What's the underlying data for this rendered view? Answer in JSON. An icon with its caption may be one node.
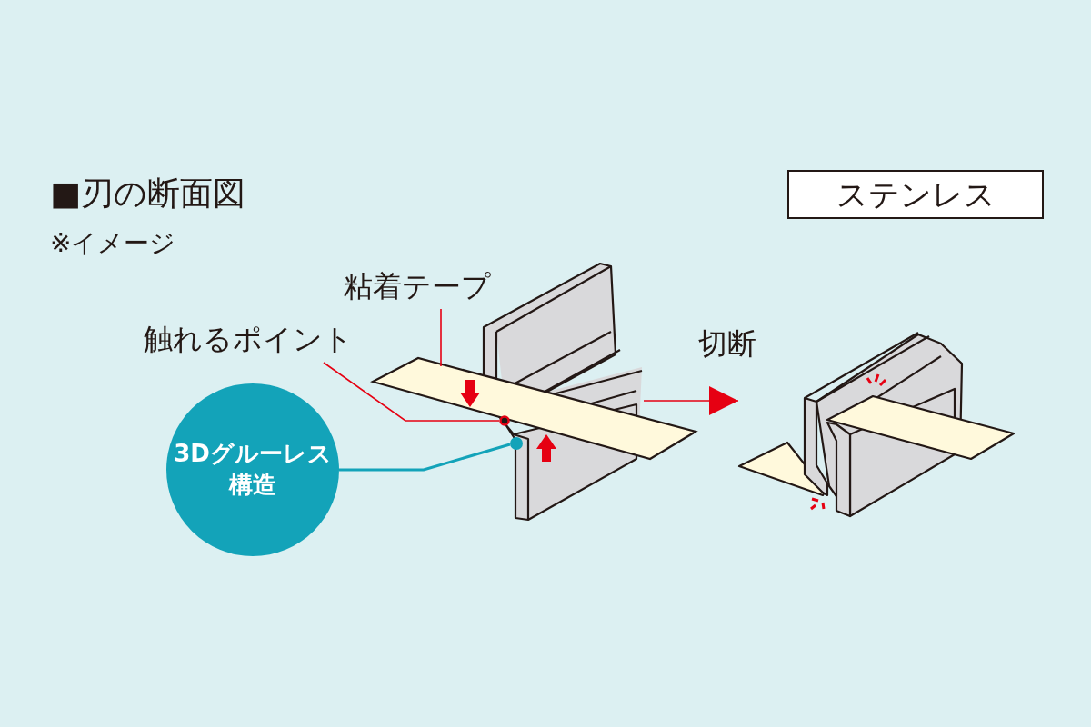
{
  "diagram": {
    "title": "■刃の断面図",
    "nodes": [
      {
        "text": [
          "ステンレス"
        ]
      },
      {
        "text": [
          "粘着テープ"
        ]
      },
      {
        "text": [
          "触れるポイント"
        ]
      },
      {
        "text": [
          "3Dグルーレス構造"
        ]
      },
      {
        "text": [],
        "shape": "picture"
      },
      {
        "text": [],
        "shape": "bar"
      },
      {
        "text": [],
        "shape": "circle",
        "in": 4
      },
      {
        "text": [],
        "shape": "circle",
        "in": 4
      },
      {
        "text": [],
        "shape": "picture"
      }
    ],
    "edges": [
      {
        "from": 1,
        "to": 5,
        "arrow": "none",
        "color": "#e60012"
      },
      {
        "from": 2,
        "to": 6,
        "arrow": "none",
        "color": "#e60012"
      },
      {
        "from": 3,
        "to": 7,
        "arrow": "none",
        "color": "#13a3b9"
      },
      {
        "from": 4,
        "to": 8,
        "arrow": "to",
        "label": "切断",
        "color": "#e60012"
      }
    ],
    "labels": [
      "※イメージ"
    ]
  }
}
